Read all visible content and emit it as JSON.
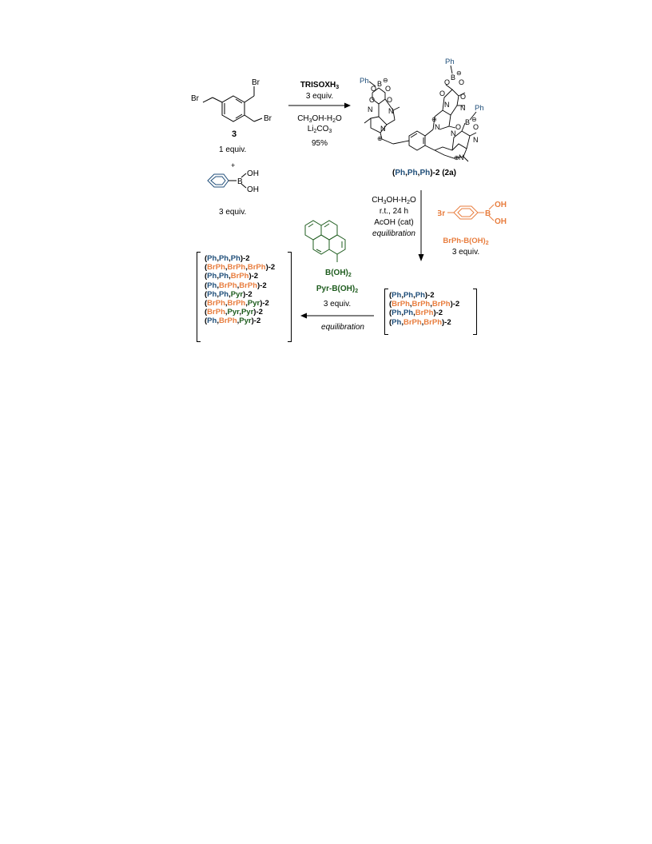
{
  "colors": {
    "ph": "#1f4e79",
    "brph": "#e87d3e",
    "pyr": "#1e5c1e",
    "text": "#000000"
  },
  "step1": {
    "reagent": "TRISOXH",
    "reagent_sub": "3",
    "reagent_equiv": "3 equiv.",
    "solvent_a": "CH",
    "solvent_a_sub": "3",
    "solvent_b": "OH-H",
    "solvent_b_sub": "2",
    "solvent_c": "O",
    "base": "Li",
    "base_sub": "2",
    "base_b": "CO",
    "base_sub2": "3",
    "yield": "95%"
  },
  "start": {
    "br_labels": [
      "Br",
      "Br",
      "Br"
    ],
    "compound_number": "3",
    "equiv": "1 equiv.",
    "plus": "+",
    "boronic_oh": [
      "OH",
      "OH"
    ],
    "boron": "B",
    "boronic_equiv": "3 equiv."
  },
  "product2a": {
    "ph_labels": [
      "Ph",
      "Ph",
      "Ph"
    ],
    "charges": [
      "⊖",
      "⊖",
      "⊖",
      "⊕",
      "⊕",
      "⊕"
    ],
    "name_parts": [
      {
        "text": "(",
        "c": "black"
      },
      {
        "text": "Ph",
        "c": "blue"
      },
      {
        "text": ",",
        "c": "black"
      },
      {
        "text": "Ph",
        "c": "blue"
      },
      {
        "text": ",",
        "c": "black"
      },
      {
        "text": "Ph",
        "c": "blue"
      },
      {
        "text": ")-2 (2a)",
        "c": "black"
      }
    ]
  },
  "step2": {
    "cond1": "CH",
    "cond1_sub": "3",
    "cond1_b": "OH-H",
    "cond1_sub2": "2",
    "cond1_c": "O",
    "cond2": "r.t., 24 h",
    "cond3": "AcOH (cat)",
    "cond4": "equilibration",
    "reagent_br": "Br",
    "reagent_b": "B",
    "reagent_oh": [
      "OH",
      "OH"
    ],
    "reagent_name": "BrPh-B(OH)",
    "reagent_name_sub": "2",
    "reagent_equiv": "3 equiv."
  },
  "mixture1": [
    [
      {
        "t": "(",
        "c": "black"
      },
      {
        "t": "Ph",
        "c": "blue"
      },
      {
        "t": ",",
        "c": "black"
      },
      {
        "t": "Ph",
        "c": "blue"
      },
      {
        "t": ",",
        "c": "black"
      },
      {
        "t": "Ph",
        "c": "blue"
      },
      {
        "t": ")-2",
        "c": "black"
      }
    ],
    [
      {
        "t": "(",
        "c": "black"
      },
      {
        "t": "BrPh",
        "c": "orange"
      },
      {
        "t": ",",
        "c": "black"
      },
      {
        "t": "BrPh",
        "c": "orange"
      },
      {
        "t": ",",
        "c": "black"
      },
      {
        "t": "BrPh",
        "c": "orange"
      },
      {
        "t": ")-2",
        "c": "black"
      }
    ],
    [
      {
        "t": "(",
        "c": "black"
      },
      {
        "t": "Ph",
        "c": "blue"
      },
      {
        "t": ",",
        "c": "black"
      },
      {
        "t": "Ph",
        "c": "blue"
      },
      {
        "t": ",",
        "c": "black"
      },
      {
        "t": "BrPh",
        "c": "orange"
      },
      {
        "t": ")-2",
        "c": "black"
      }
    ],
    [
      {
        "t": "(",
        "c": "black"
      },
      {
        "t": "Ph",
        "c": "blue"
      },
      {
        "t": ",",
        "c": "black"
      },
      {
        "t": "BrPh",
        "c": "orange"
      },
      {
        "t": ",",
        "c": "black"
      },
      {
        "t": "BrPh",
        "c": "orange"
      },
      {
        "t": ")-2",
        "c": "black"
      }
    ]
  ],
  "step3": {
    "pyr_boron": "B(OH)",
    "pyr_boron_sub": "2",
    "reagent_name": "Pyr-B(OH)",
    "reagent_name_sub": "2",
    "reagent_equiv": "3 equiv.",
    "cond": "equilibration"
  },
  "mixture2": [
    [
      {
        "t": "(",
        "c": "black"
      },
      {
        "t": "Ph",
        "c": "blue"
      },
      {
        "t": ",",
        "c": "black"
      },
      {
        "t": "Ph",
        "c": "blue"
      },
      {
        "t": ",",
        "c": "black"
      },
      {
        "t": "Ph",
        "c": "blue"
      },
      {
        "t": ")-2",
        "c": "black"
      }
    ],
    [
      {
        "t": "(",
        "c": "black"
      },
      {
        "t": "BrPh",
        "c": "orange"
      },
      {
        "t": ",",
        "c": "black"
      },
      {
        "t": "BrPh",
        "c": "orange"
      },
      {
        "t": ",",
        "c": "black"
      },
      {
        "t": "BrPh",
        "c": "orange"
      },
      {
        "t": ")-2",
        "c": "black"
      }
    ],
    [
      {
        "t": "(",
        "c": "black"
      },
      {
        "t": "Ph",
        "c": "blue"
      },
      {
        "t": ",",
        "c": "black"
      },
      {
        "t": "Ph",
        "c": "blue"
      },
      {
        "t": ",",
        "c": "black"
      },
      {
        "t": "BrPh",
        "c": "orange"
      },
      {
        "t": ")-2",
        "c": "black"
      }
    ],
    [
      {
        "t": "(",
        "c": "black"
      },
      {
        "t": "Ph",
        "c": "blue"
      },
      {
        "t": ",",
        "c": "black"
      },
      {
        "t": "BrPh",
        "c": "orange"
      },
      {
        "t": ",",
        "c": "black"
      },
      {
        "t": "BrPh",
        "c": "orange"
      },
      {
        "t": ")-2",
        "c": "black"
      }
    ],
    [
      {
        "t": "(",
        "c": "black"
      },
      {
        "t": "Ph",
        "c": "blue"
      },
      {
        "t": ",",
        "c": "black"
      },
      {
        "t": "Ph",
        "c": "blue"
      },
      {
        "t": ",",
        "c": "black"
      },
      {
        "t": "Pyr",
        "c": "green"
      },
      {
        "t": ")-2",
        "c": "black"
      }
    ],
    [
      {
        "t": "(",
        "c": "black"
      },
      {
        "t": "BrPh",
        "c": "orange"
      },
      {
        "t": ",",
        "c": "black"
      },
      {
        "t": "BrPh",
        "c": "orange"
      },
      {
        "t": ",",
        "c": "black"
      },
      {
        "t": "Pyr",
        "c": "green"
      },
      {
        "t": ")-2",
        "c": "black"
      }
    ],
    [
      {
        "t": "(",
        "c": "black"
      },
      {
        "t": "BrPh",
        "c": "orange"
      },
      {
        "t": ",",
        "c": "black"
      },
      {
        "t": "Pyr",
        "c": "green"
      },
      {
        "t": ",",
        "c": "black"
      },
      {
        "t": "Pyr",
        "c": "green"
      },
      {
        "t": ")-2",
        "c": "black"
      }
    ],
    [
      {
        "t": "(",
        "c": "black"
      },
      {
        "t": "Ph",
        "c": "blue"
      },
      {
        "t": ",",
        "c": "black"
      },
      {
        "t": "BrPh",
        "c": "orange"
      },
      {
        "t": ",",
        "c": "black"
      },
      {
        "t": "Pyr",
        "c": "green"
      },
      {
        "t": ")-2",
        "c": "black"
      }
    ]
  ]
}
